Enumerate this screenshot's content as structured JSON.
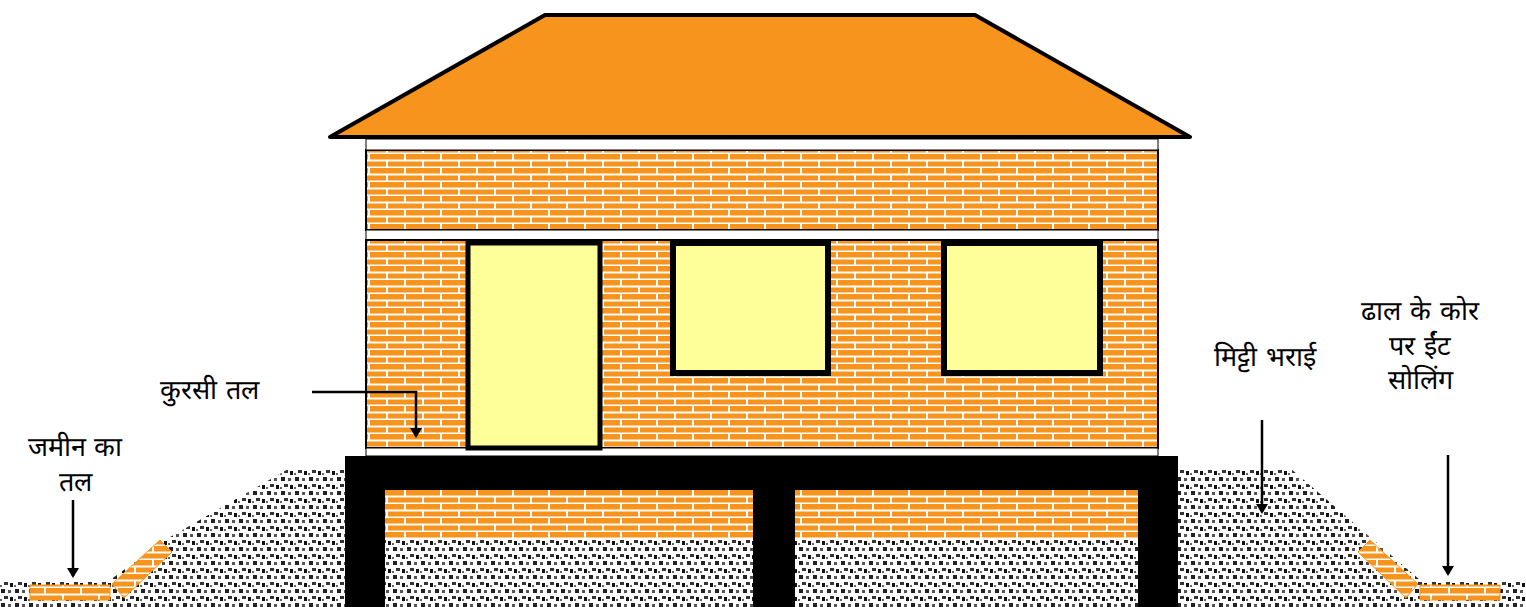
{
  "diagram": {
    "labels": [
      "कुरसी तल",
      "जमीन का तल",
      "मिट्टी भराई",
      "ढाल के कोर पर ईंट सोलिंग"
    ]
  }
}
